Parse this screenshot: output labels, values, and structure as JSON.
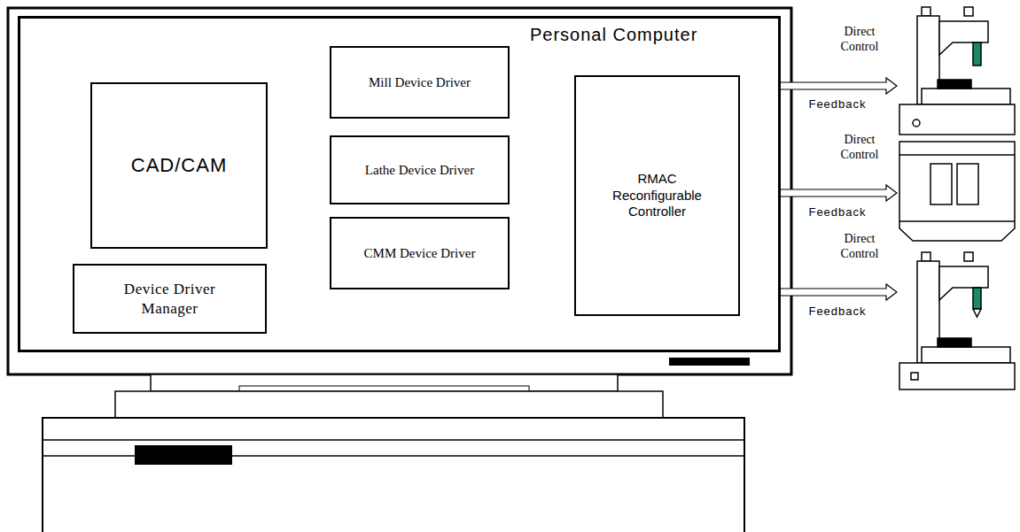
{
  "diagram": {
    "nodes": [
      {
        "text": [
          "Personal Computer"
        ]
      },
      {
        "text": [
          "CAD/CAM"
        ],
        "in": 0
      },
      {
        "text": [
          "Mill Device Driver"
        ],
        "in": 0
      },
      {
        "text": [
          "Lathe Device Driver"
        ],
        "in": 0
      },
      {
        "text": [
          "CMM Device Driver"
        ],
        "in": 0
      },
      {
        "text": [
          "Device Driver Manager"
        ],
        "in": 0
      },
      {
        "text": [
          "RMAC Reconfigurable Controller"
        ],
        "in": 0
      }
    ],
    "edges": [
      {
        "from": 1,
        "to": 2,
        "arrow": "both"
      },
      {
        "from": 1,
        "to": 3,
        "arrow": "both"
      },
      {
        "from": 1,
        "to": 4,
        "arrow": "both"
      },
      {
        "from": 2,
        "to": 6,
        "arrow": "both"
      },
      {
        "from": 3,
        "to": 6,
        "arrow": "both"
      },
      {
        "from": 4,
        "to": 6,
        "arrow": "both"
      },
      {
        "from": 1,
        "to": 5,
        "arrow": "both"
      }
    ],
    "labels": [
      "Direct Control",
      "Feedback",
      "Direct Control",
      "Feedback",
      "Direct Control",
      "Feedback"
    ]
  }
}
